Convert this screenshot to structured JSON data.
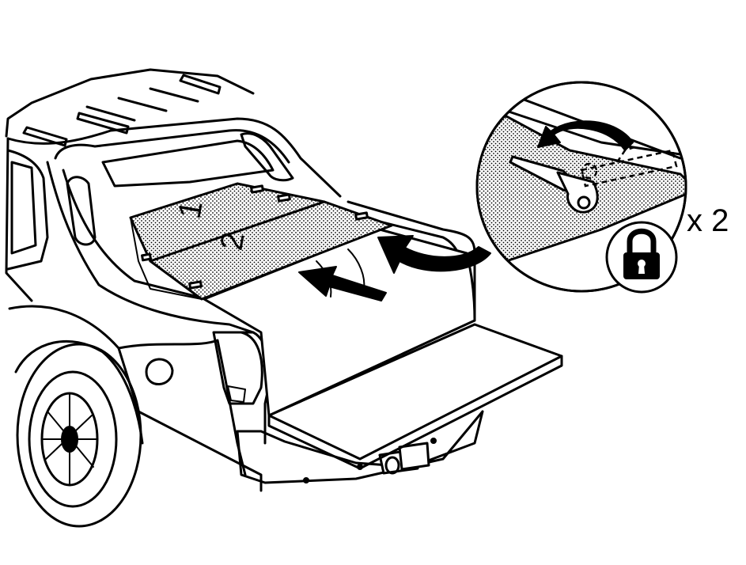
{
  "diagram": {
    "callouts": {
      "quantity": "x 2"
    },
    "panel_numbers": {
      "first": "1",
      "second": "2"
    },
    "icons": [
      "lock-icon",
      "curved-arrow-icon",
      "straight-arrow-icon"
    ],
    "colors": {
      "ink": "#000000",
      "background": "#ffffff",
      "panel_fill": "stippled"
    }
  }
}
